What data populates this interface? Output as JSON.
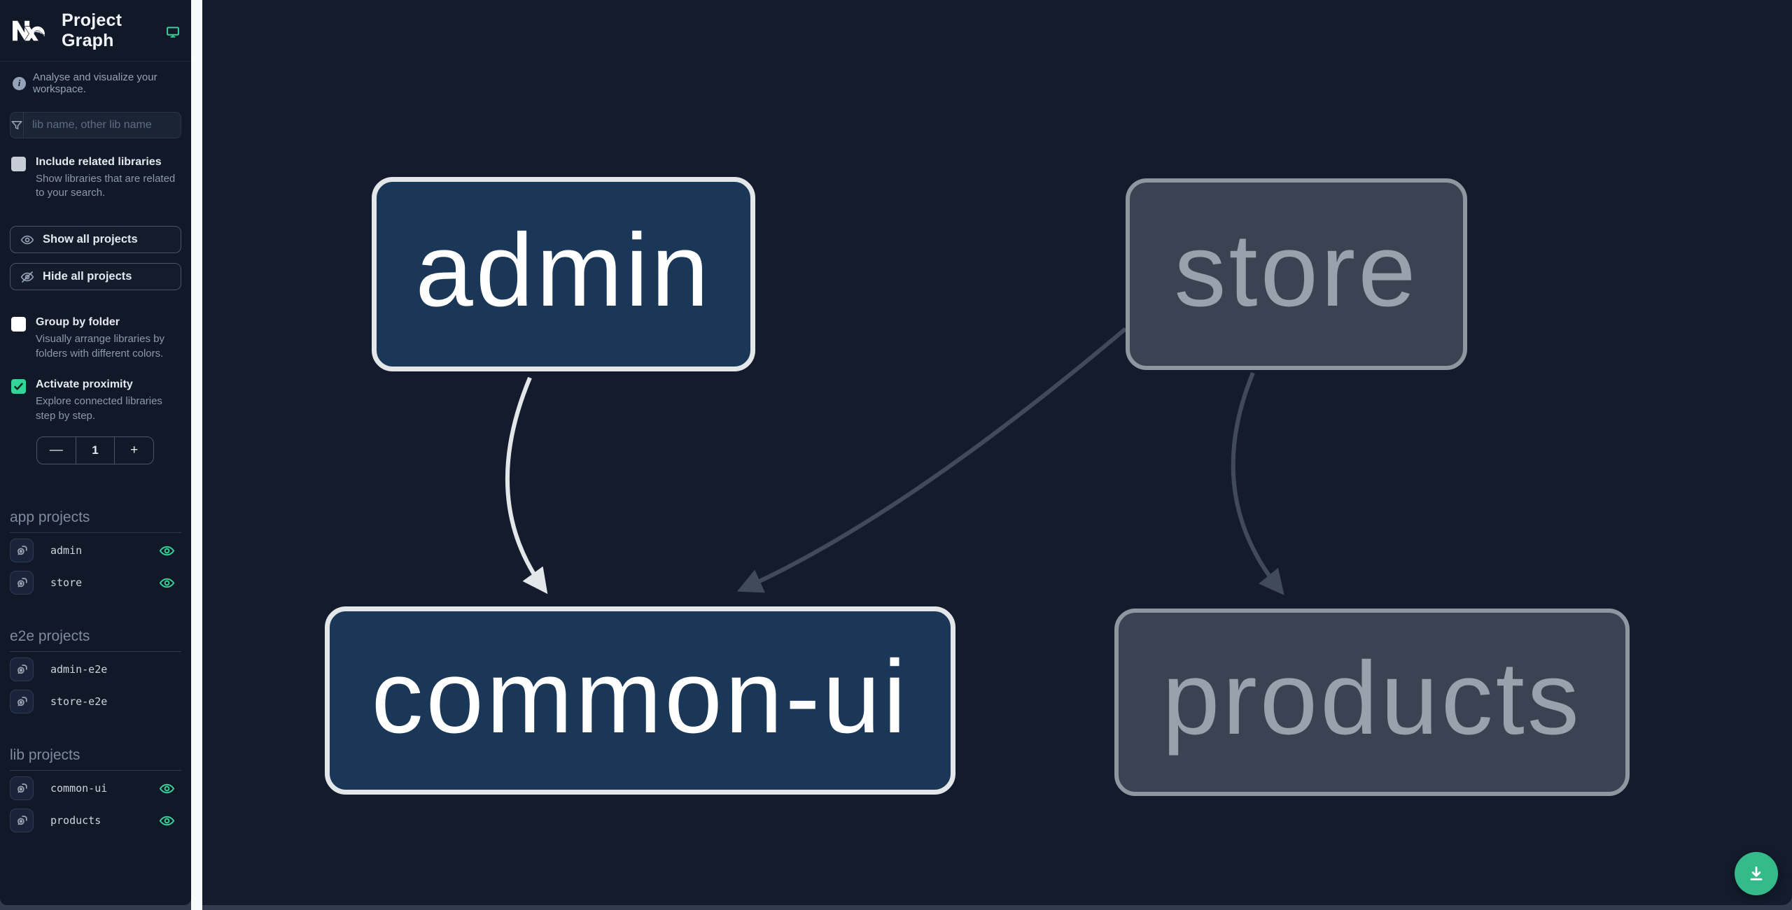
{
  "header": {
    "logo_text": "Nx",
    "title": "Project Graph"
  },
  "subheader": {
    "text": "Analyse and visualize your workspace."
  },
  "filter": {
    "placeholder": "lib name, other lib name"
  },
  "checkboxes": {
    "include_related": {
      "label": "Include related libraries",
      "description": "Show libraries that are related to your search.",
      "checked": false
    },
    "group_by_folder": {
      "label": "Group by folder",
      "description": "Visually arrange libraries by folders with different colors.",
      "checked": false
    },
    "activate_proximity": {
      "label": "Activate proximity",
      "description": "Explore connected libraries step by step.",
      "checked": true
    }
  },
  "buttons": {
    "show_all": "Show all projects",
    "hide_all": "Hide all projects"
  },
  "proximity_stepper": {
    "decrement": "—",
    "value": "1",
    "increment": "+"
  },
  "sections": {
    "app": {
      "title": "app projects",
      "items": [
        {
          "name": "admin",
          "visible": true
        },
        {
          "name": "store",
          "visible": true
        }
      ]
    },
    "e2e": {
      "title": "e2e projects",
      "items": [
        {
          "name": "admin-e2e",
          "visible": false
        },
        {
          "name": "store-e2e",
          "visible": false
        }
      ]
    },
    "lib": {
      "title": "lib projects",
      "items": [
        {
          "name": "common-ui",
          "visible": true
        },
        {
          "name": "products",
          "visible": true
        }
      ]
    }
  },
  "graph": {
    "nodes": [
      {
        "id": "admin",
        "label": "admin",
        "state": "focused"
      },
      {
        "id": "store",
        "label": "store",
        "state": "dimmed"
      },
      {
        "id": "common-ui",
        "label": "common-ui",
        "state": "focused"
      },
      {
        "id": "products",
        "label": "products",
        "state": "dimmed"
      }
    ],
    "edges": [
      {
        "source": "admin",
        "target": "common-ui",
        "style": "highlighted"
      },
      {
        "source": "store",
        "target": "common-ui",
        "style": "dimmed"
      },
      {
        "source": "store",
        "target": "products",
        "style": "dimmed"
      }
    ]
  },
  "colors": {
    "accent_teal": "#34d399",
    "fab_green": "#35ba8b",
    "node_focused_fill": "#1a3757",
    "node_focused_border": "#e4e7ea",
    "node_dimmed_fill": "#3b4252",
    "node_dimmed_border": "#8f96a0",
    "edge_highlighted": "#e4e7ea",
    "edge_dimmed": "#414a5a",
    "sidebar_bg": "#111827",
    "canvas_bg": "#131b2c"
  }
}
